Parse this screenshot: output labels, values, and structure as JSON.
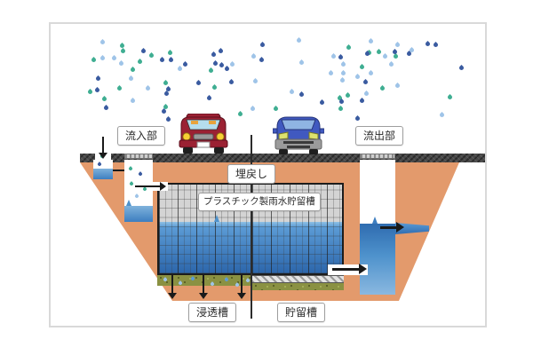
{
  "diagram": {
    "labels": {
      "inflow": "流入部",
      "outflow": "流出部",
      "backfill": "埋戻し",
      "tank": "プラスチック製雨水貯留槽",
      "infiltration": "浸透槽",
      "storage": "貯留槽"
    },
    "colors": {
      "frame_border": "#d9d9d9",
      "soil": "#e39a6c",
      "road_dark": "#353535",
      "grate": "#cfcfcf",
      "tank_empty": "#d4d4d4",
      "water_light": "#7fb2dc",
      "water_mid": "#4e92cc",
      "water_deep": "#2c66ab",
      "gravel": "#8a9142",
      "arrow": "#1a1a1a",
      "label_border": "#9e9e9e",
      "car_red": "#9b2133",
      "car_blue": "#4059c0",
      "rain_navy": "#3a5ba0",
      "rain_light": "#9fc4e8",
      "rain_teal": "#3fae92"
    },
    "rain": {
      "drop_count": 92,
      "colors": [
        "#3a5ba0",
        "#9fc4e8",
        "#3fae92"
      ]
    }
  }
}
